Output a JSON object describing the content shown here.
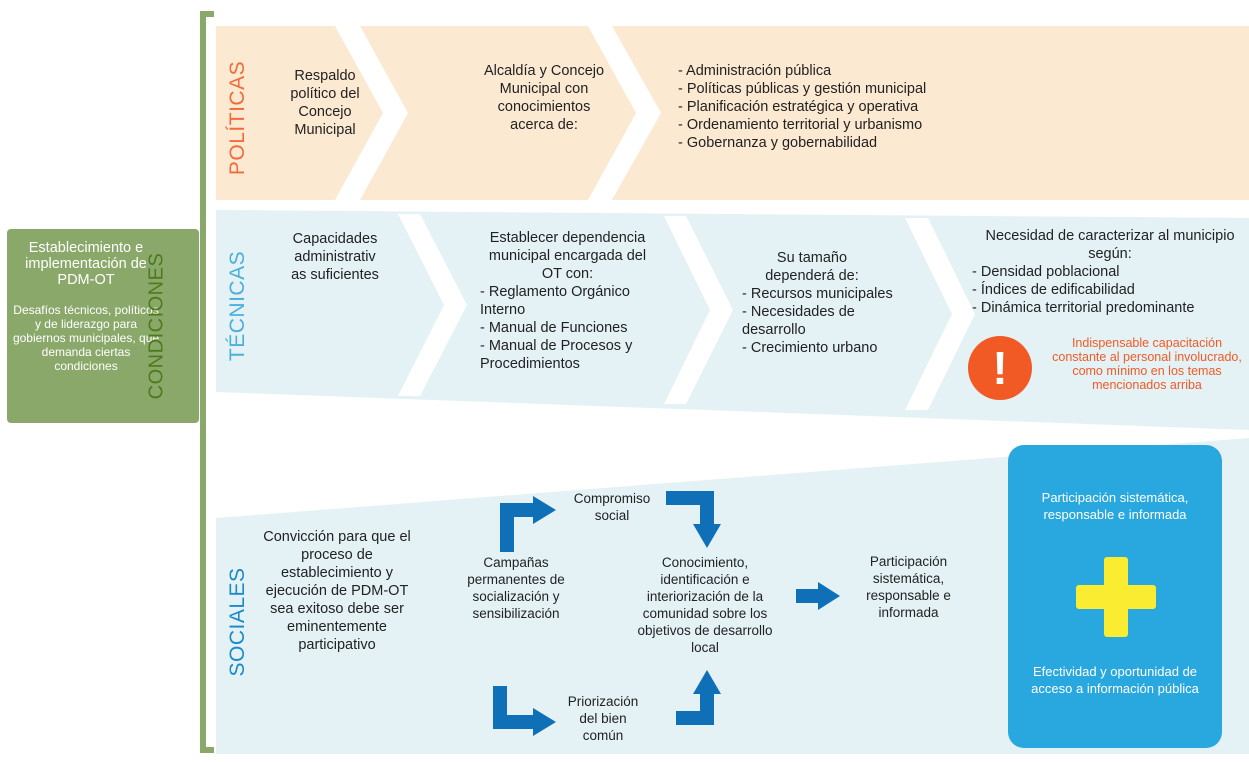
{
  "colors": {
    "politicas_band": "#fce9d2",
    "tecnicas_band": "#e4f2f6",
    "sociales_band": "#e4f2f6",
    "left_box": "#8aa86a",
    "bracket": "#8aa86a",
    "condiciones_text": "#4c7a1c",
    "politicas_label": "#f26b3a",
    "tecnicas_label": "#4ab0d9",
    "sociales_label": "#1a8acb",
    "arrow_blue": "#0f70b7",
    "alert_orange": "#f15a24",
    "blue_box": "#29a8e0",
    "plus_yellow": "#f9ec31"
  },
  "left": {
    "title": "Establecimiento e implementación de PDM-OT",
    "description": "Desafíos técnicos, políticos y de liderazgo para gobiernos municipales, que demanda ciertas condiciones",
    "condiciones": "CONDICIONES"
  },
  "politicas": {
    "label": "POLÍTICAS",
    "step1": "Respaldo político del Concejo Municipal",
    "step2": "Alcaldía y Concejo Municipal con conocimientos acerca de:",
    "list": [
      "- Administración pública",
      "- Políticas públicas y gestión municipal",
      "- Planificación estratégica y operativa",
      "- Ordenamiento territorial y urbanismo",
      "- Gobernanza y gobernabilidad"
    ]
  },
  "tecnicas": {
    "label": "TÉCNICAS",
    "step1": "Capacidades administrativ as suficientes",
    "step2_title": "Establecer dependencia municipal encargada del OT con:",
    "step2_list": [
      "- Reglamento Orgánico Interno",
      "- Manual de Funciones",
      "- Manual de Procesos y Procedimientos"
    ],
    "step3_title": "Su tamaño dependerá de:",
    "step3_list": [
      "- Recursos municipales",
      "- Necesidades de desarrollo",
      "- Crecimiento urbano"
    ],
    "step4_title": "Necesidad de caracterizar al municipio según:",
    "step4_list": [
      "- Densidad poblacional",
      "- Índices de edificabilidad",
      "- Dinámica territorial predominante"
    ],
    "alert_icon": "exclamation-icon",
    "alert_text": "Indispensable capacitación constante al personal involucrado, como mínimo en los temas mencionados arriba"
  },
  "sociales": {
    "label": "SOCIALES",
    "conviccion": "Convicción para que el proceso de establecimiento y ejecución de PDM-OT sea exitoso debe ser eminentemente participativo",
    "campanas": "Campañas permanentes de socialización y sensibilización",
    "compromiso": "Compromiso social",
    "priorizacion": "Priorización del bien común",
    "conocimiento": "Conocimiento, identificación e interiorización de la comunidad sobre los objetivos de desarrollo local",
    "participacion": "Participación sistemática, responsable e informada",
    "box_top": "Participación sistemática, responsable e informada",
    "box_bottom": "Efectividad y oportunidad de acceso a información pública",
    "plus_icon": "plus-icon"
  }
}
